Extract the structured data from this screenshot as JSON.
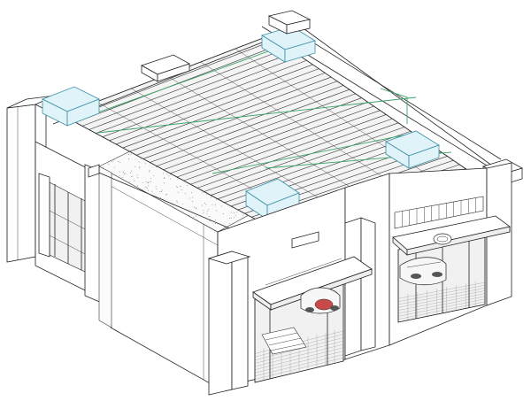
{
  "diagram": {
    "components": [
      {
        "name": "roof-truss-grid"
      },
      {
        "name": "hvac-duct-unit"
      },
      {
        "name": "hvac-duct-unit"
      },
      {
        "name": "hvac-duct-unit"
      },
      {
        "name": "hvac-duct-unit"
      },
      {
        "name": "service-piping"
      },
      {
        "name": "storefront-entrance-left"
      },
      {
        "name": "storefront-entrance-right"
      },
      {
        "name": "entrance-canopy"
      },
      {
        "name": "entrance-canopy"
      },
      {
        "name": "display-car"
      },
      {
        "name": "display-car"
      },
      {
        "name": "concrete-floor-slab"
      }
    ],
    "colors": {
      "line": "#222222",
      "duct_fill": "#dff3f8",
      "duct_stroke": "#3b8fa7",
      "pipe": "#3aa56a"
    }
  }
}
